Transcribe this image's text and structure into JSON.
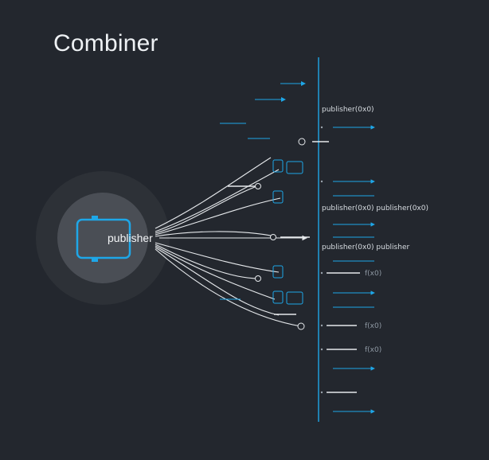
{
  "title": "Combiner",
  "center_node": {
    "label": "publisher"
  },
  "colors": {
    "background": "#23272e",
    "halo_outer": "#2f3339",
    "halo_inner": "#4b4f55",
    "accent": "#1ea7e8",
    "line": "#e6e9ec",
    "text_dim": "#9aa3ad"
  },
  "right_labels": [
    {
      "text": "publisher(0x0)"
    },
    {
      "text": "publisher(0x0) publisher(0x0)"
    },
    {
      "text": "publisher(0x0) publisher"
    },
    {
      "text": "f(x0)"
    },
    {
      "text": "f(x0)"
    },
    {
      "text": "f(x0)"
    }
  ]
}
